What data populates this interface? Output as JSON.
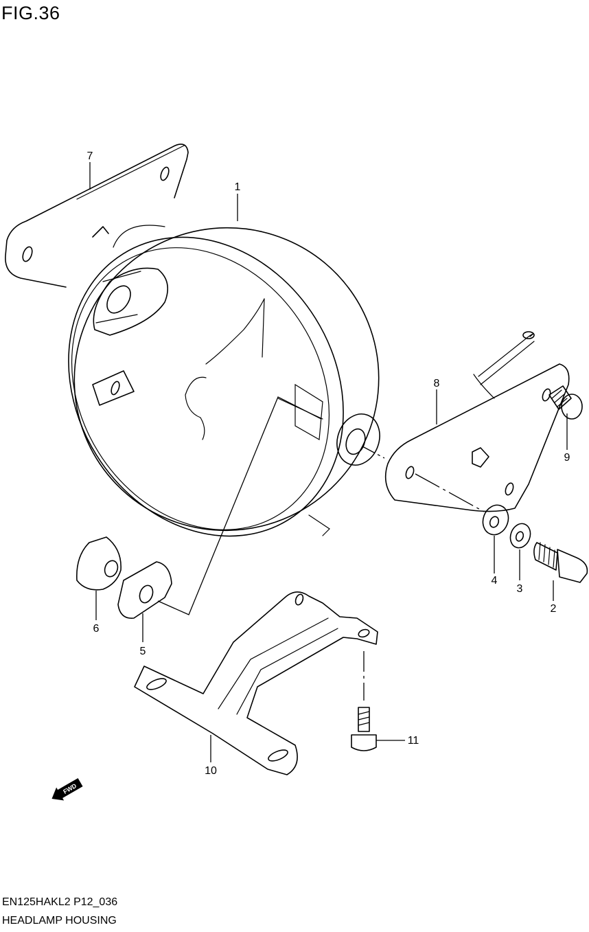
{
  "figure": {
    "title": "FIG.36",
    "code": "EN125HAKL2 P12_036",
    "name": "HEADLAMP HOUSING"
  },
  "callouts": [
    "1",
    "2",
    "3",
    "4",
    "5",
    "6",
    "7",
    "8",
    "9",
    "10",
    "11"
  ],
  "fwd_label": "FWD"
}
